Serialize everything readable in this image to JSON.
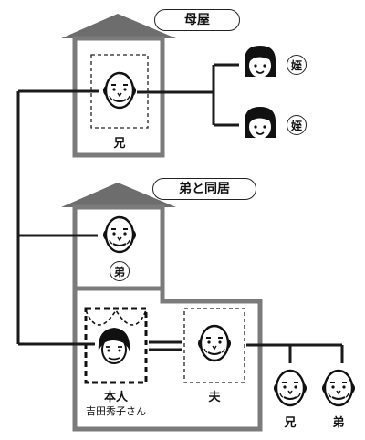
{
  "houses": {
    "main": {
      "title": "母屋"
    },
    "with_brother": {
      "title": "弟と同居"
    }
  },
  "people": {
    "elder_brother": {
      "label": "兄"
    },
    "niece_1": {
      "label": "姪"
    },
    "niece_2": {
      "label": "姪"
    },
    "younger_brother": {
      "label": "弟"
    },
    "self": {
      "label": "本人",
      "name": "吉田秀子さん"
    },
    "husband": {
      "label": "夫"
    },
    "son_elder": {
      "label": "兄"
    },
    "son_younger": {
      "label": "弟"
    }
  },
  "colors": {
    "roof": "#6d6d6d",
    "wall": "#7b7b7b",
    "line": "#1a1a1a"
  }
}
